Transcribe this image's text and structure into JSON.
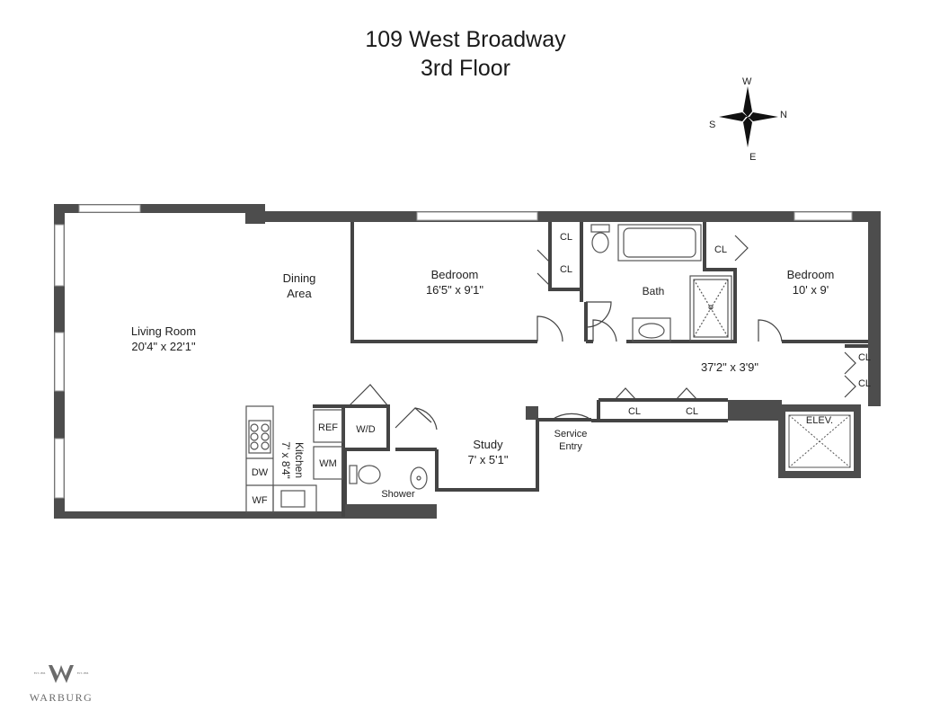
{
  "header": {
    "address": "109 West Broadway",
    "floor": "3rd Floor"
  },
  "compass": {
    "north": "N",
    "south": "S",
    "east": "E",
    "west": "W"
  },
  "rooms": {
    "living_room": {
      "name": "Living Room",
      "dims": "20'4\" x 22'1\""
    },
    "dining_area": {
      "line1": "Dining",
      "line2": "Area"
    },
    "bedroom_1": {
      "name": "Bedroom",
      "dims": "16'5\" x 9'1\""
    },
    "bath": {
      "name": "Bath"
    },
    "bedroom_2": {
      "name": "Bedroom",
      "dims": "10' x 9'"
    },
    "hallway": {
      "dims": "37'2\" x 3'9\""
    },
    "kitchen": {
      "name": "Kitchen",
      "dims": "7' x 8'4\""
    },
    "study": {
      "name": "Study",
      "dims": "7' x 5'1\""
    },
    "service_entry": {
      "line1": "Service",
      "line2": "Entry"
    },
    "shower": {
      "name": "Shower"
    },
    "elevator": {
      "name": "ELEV."
    }
  },
  "fixtures": {
    "closet": "CL",
    "refrigerator": "REF",
    "washer_dryer": "W/D",
    "wine_fridge": "WF",
    "dishwasher": "DW",
    "washing_machine": "WM"
  },
  "logo": {
    "name": "WARBURG",
    "est_left": "EST. 1896",
    "est_right": "EST. 1896"
  },
  "colors": {
    "wall": "#4d4d4d",
    "window": "#c8c8c8",
    "line": "#444444",
    "logo": "#6b6b6b"
  }
}
